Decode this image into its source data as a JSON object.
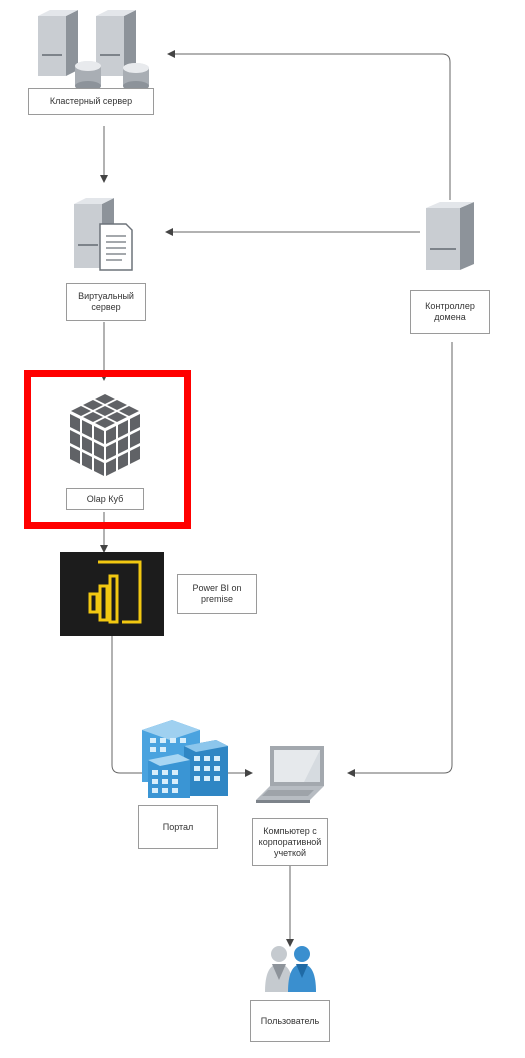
{
  "nodes": {
    "cluster_server": {
      "label": "Кластерный сервер"
    },
    "virtual_server": {
      "label": "Виртуальный сервер"
    },
    "domain_controller": {
      "label": "Контроллер домена"
    },
    "olap_cube": {
      "label": "Olap Куб"
    },
    "power_bi": {
      "label": "Power BI on premise"
    },
    "portal": {
      "label": "Портал"
    },
    "computer": {
      "label": "Компьютер с корпоративной учеткой"
    },
    "user": {
      "label": "Пользователь"
    }
  },
  "colors": {
    "highlight": "#ff0000",
    "powerbi_bg": "#1c1c1c",
    "powerbi_accent": "#f2c811",
    "connector": "#555555"
  }
}
